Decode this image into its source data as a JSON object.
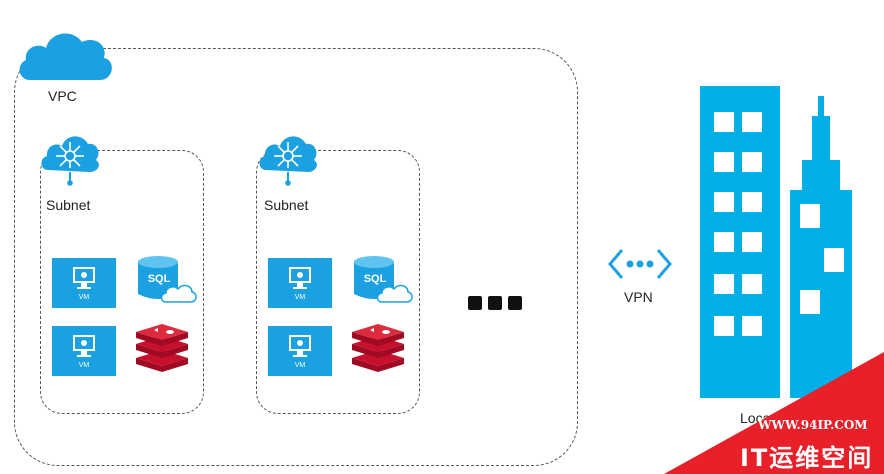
{
  "vpc": {
    "label": "VPC"
  },
  "subnets": [
    {
      "label": "Subnet",
      "resources": [
        {
          "type": "vm",
          "label": "VM"
        },
        {
          "type": "sql",
          "label": "SQL"
        },
        {
          "type": "vm",
          "label": "VM"
        },
        {
          "type": "redis",
          "label": ""
        }
      ]
    },
    {
      "label": "Subnet",
      "resources": [
        {
          "type": "vm",
          "label": "VM"
        },
        {
          "type": "sql",
          "label": "SQL"
        },
        {
          "type": "vm",
          "label": "VM"
        },
        {
          "type": "redis",
          "label": ""
        }
      ]
    }
  ],
  "connection": {
    "label": "VPN"
  },
  "onprem": {
    "label_partial": "Loca"
  },
  "watermark": {
    "url": "WWW.94IP.COM",
    "brand": "IT运维空间"
  },
  "colors": {
    "azure_blue": "#1ba1e2",
    "cloud_blue": "#1ba1e2",
    "building_blue": "#00aee8",
    "redis_red": "#c8102e",
    "watermark_red": "#e8202a",
    "dashed_border": "#555555",
    "dots": "#111111"
  },
  "icons": [
    "cloud-icon",
    "subnet-network-icon",
    "vm-monitor-icon",
    "sql-database-icon",
    "redis-stack-icon",
    "vpn-connector-icon",
    "building-icon",
    "ellipsis-icon"
  ]
}
